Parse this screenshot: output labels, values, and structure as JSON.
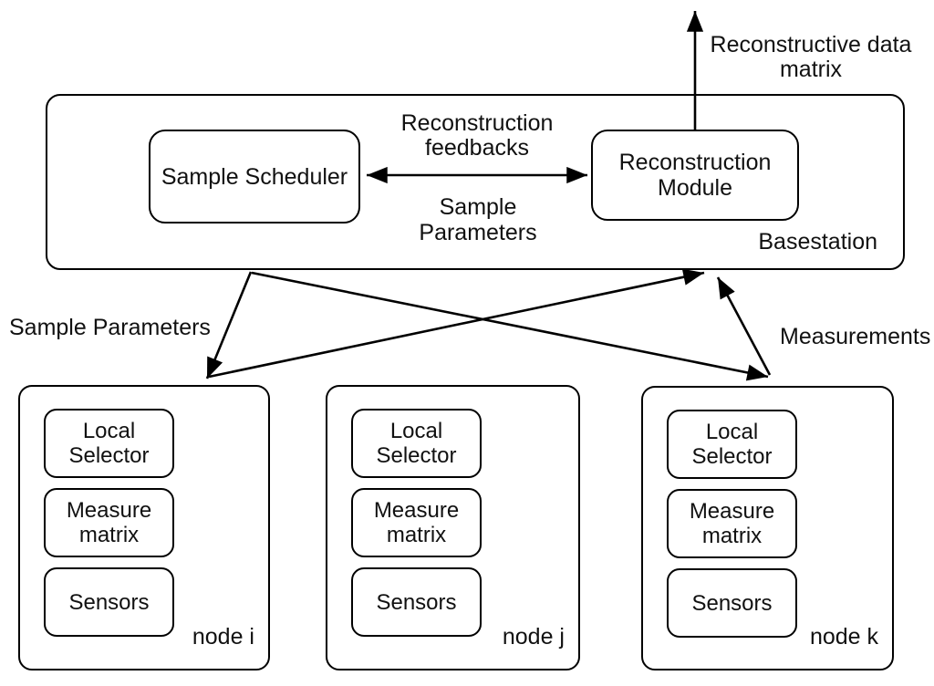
{
  "basestation": {
    "label": "Basestation",
    "sample_scheduler": "Sample Scheduler",
    "reconstruction_module": "Reconstruction Module"
  },
  "labels": {
    "reconstruction_feedbacks": "Reconstruction feedbacks",
    "sample_parameters_internal": "Sample Parameters",
    "reconstructive_data_matrix": "Reconstructive data matrix",
    "sample_parameters_link": "Sample Parameters",
    "measurements": "Measurements"
  },
  "nodes": [
    {
      "label": "node i",
      "components": [
        "Local Selector",
        "Measure matrix",
        "Sensors"
      ]
    },
    {
      "label": "node j",
      "components": [
        "Local Selector",
        "Measure matrix",
        "Sensors"
      ]
    },
    {
      "label": "node k",
      "components": [
        "Local Selector",
        "Measure matrix",
        "Sensors"
      ]
    }
  ],
  "colors": {
    "line": "#000000",
    "background": "#ffffff",
    "text": "#111111"
  }
}
